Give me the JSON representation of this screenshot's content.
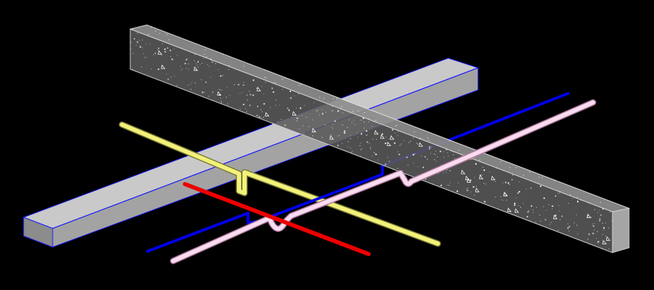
{
  "scene": {
    "background": "#000000",
    "elements": [
      {
        "name": "gray-beam",
        "color_top": "#c9c9c9",
        "color_side": "#9a9a9a",
        "edge": "#1a1aff"
      },
      {
        "name": "concrete-beam",
        "color_top": "#8e8e8e",
        "color_side": "#5e5e5e",
        "color_end": "#9a9a9a"
      },
      {
        "name": "yellow-pipe",
        "color": "#f2f27a"
      },
      {
        "name": "blue-pipe",
        "color": "#0000ee"
      },
      {
        "name": "pink-pipe",
        "color": "#f6d4ea"
      },
      {
        "name": "red-pipe",
        "color": "#ee0000"
      }
    ]
  }
}
